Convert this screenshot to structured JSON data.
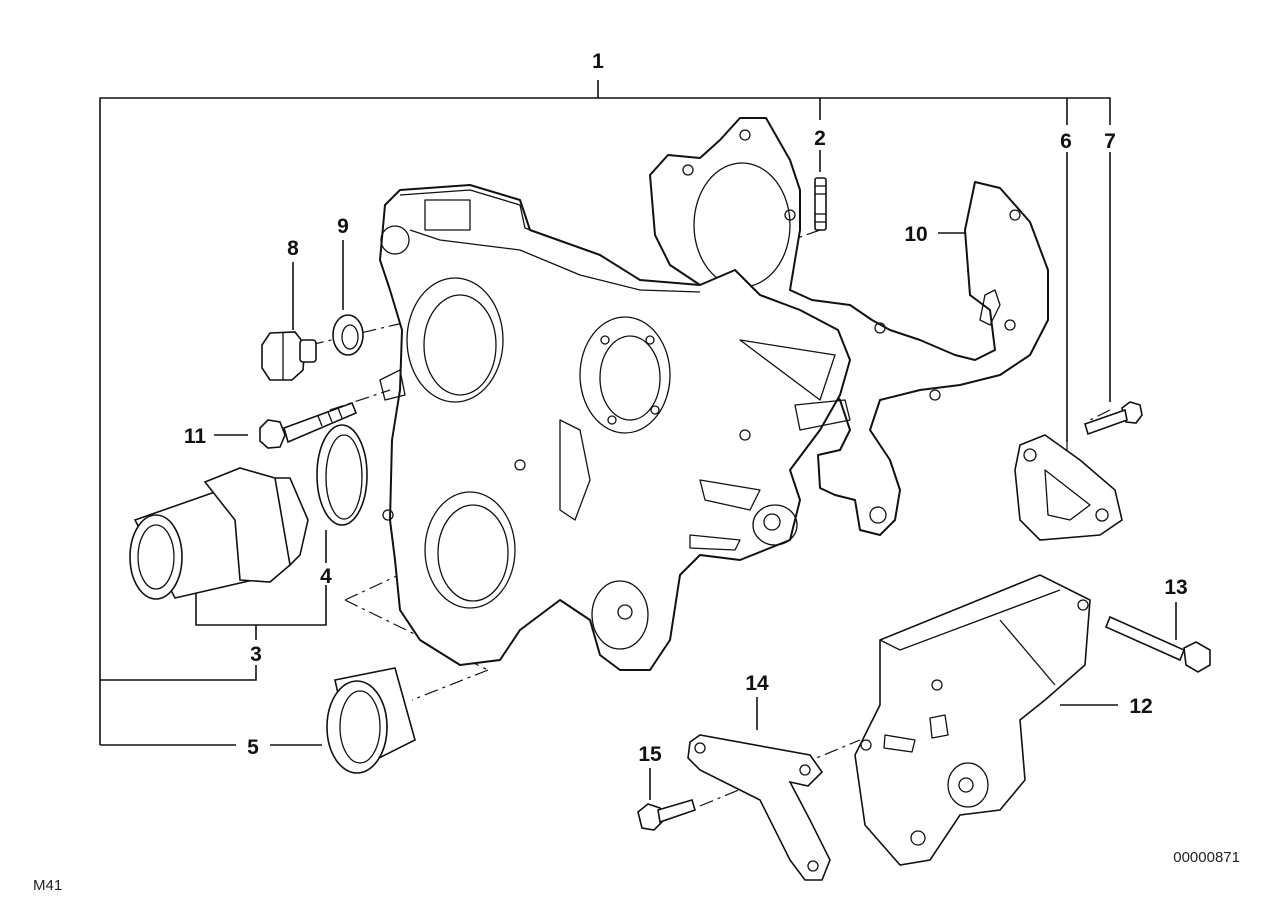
{
  "diagram": {
    "callouts": [
      {
        "id": "1",
        "label": "1"
      },
      {
        "id": "2",
        "label": "2"
      },
      {
        "id": "3",
        "label": "3"
      },
      {
        "id": "4",
        "label": "4"
      },
      {
        "id": "5",
        "label": "5"
      },
      {
        "id": "6",
        "label": "6"
      },
      {
        "id": "7",
        "label": "7"
      },
      {
        "id": "8",
        "label": "8"
      },
      {
        "id": "9",
        "label": "9"
      },
      {
        "id": "10",
        "label": "10"
      },
      {
        "id": "11",
        "label": "11"
      },
      {
        "id": "12",
        "label": "12"
      },
      {
        "id": "13",
        "label": "13"
      },
      {
        "id": "14",
        "label": "14"
      },
      {
        "id": "15",
        "label": "15"
      }
    ],
    "page_code": "M41",
    "drawing_number": "00000871"
  }
}
